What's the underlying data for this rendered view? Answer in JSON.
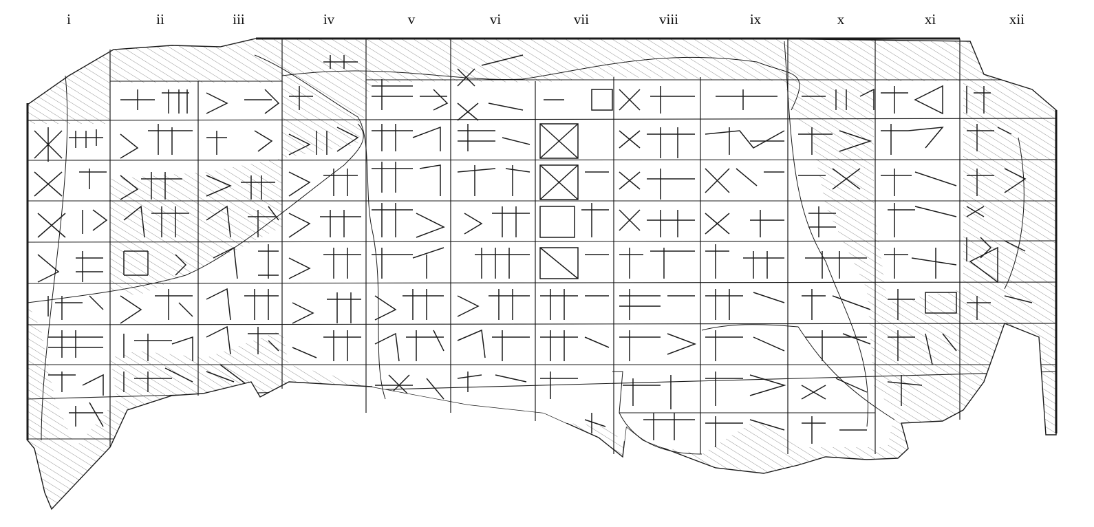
{
  "figure": {
    "subject": "cuneiform-tablet-line-drawing",
    "column_labels": [
      "i",
      "ii",
      "iii",
      "iv",
      "v",
      "vi",
      "vii",
      "viii",
      "ix",
      "x",
      "xi",
      "xii"
    ],
    "colors": {
      "ink": "#1a1a1a",
      "paper": "#ffffff",
      "hatch": "#777777"
    }
  }
}
